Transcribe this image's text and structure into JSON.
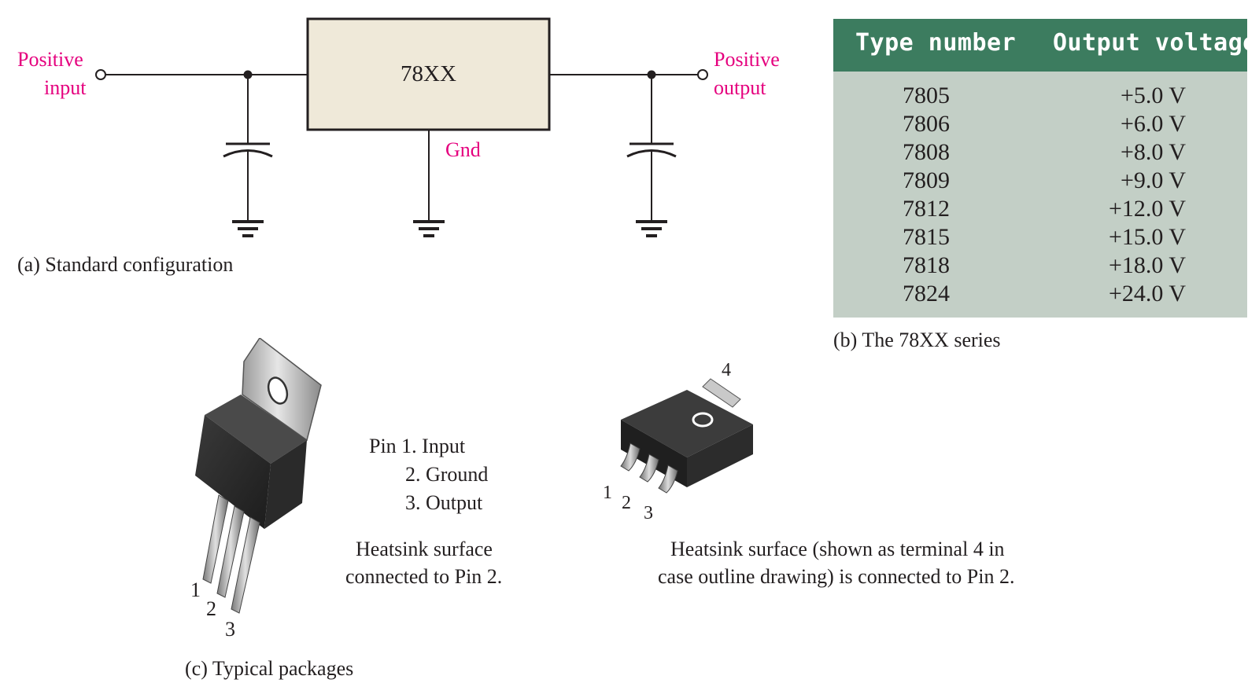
{
  "schematic": {
    "regulator_label": "78XX",
    "positive_input_line1": "Positive",
    "positive_input_line2": "input",
    "positive_output_line1": "Positive",
    "positive_output_line2": "output",
    "gnd_label": "Gnd",
    "caption": "(a) Standard configuration"
  },
  "table": {
    "header": {
      "type_number": "Type number",
      "output_voltage": "Output voltage"
    },
    "rows": [
      {
        "type": "7805",
        "voltage": "+5.0 V"
      },
      {
        "type": "7806",
        "voltage": "+6.0 V"
      },
      {
        "type": "7808",
        "voltage": "+8.0 V"
      },
      {
        "type": "7809",
        "voltage": "+9.0 V"
      },
      {
        "type": "7812",
        "voltage": "+12.0 V"
      },
      {
        "type": "7815",
        "voltage": "+15.0 V"
      },
      {
        "type": "7818",
        "voltage": "+18.0 V"
      },
      {
        "type": "7824",
        "voltage": "+24.0 V"
      }
    ],
    "caption": "(b) The 78XX series"
  },
  "packages": {
    "pin_list": {
      "pin1": "Pin 1. Input",
      "pin2": "2. Ground",
      "pin3": "3. Output"
    },
    "to220_pin_numbers": [
      "1",
      "2",
      "3"
    ],
    "to220_note_line1": "Heatsink surface",
    "to220_note_line2": "connected to Pin 2.",
    "smd_pin_numbers": [
      "1",
      "2",
      "3",
      "4"
    ],
    "smd_note_line1": "Heatsink surface (shown as terminal 4 in",
    "smd_note_line2": "case outline drawing) is connected to Pin 2.",
    "caption": "(c) Typical packages"
  },
  "colors": {
    "label_pink": "#e5007e",
    "table_header": "#3c7c5f",
    "table_body": "#c3cfc6",
    "regulator_fill": "#efe9d9"
  }
}
